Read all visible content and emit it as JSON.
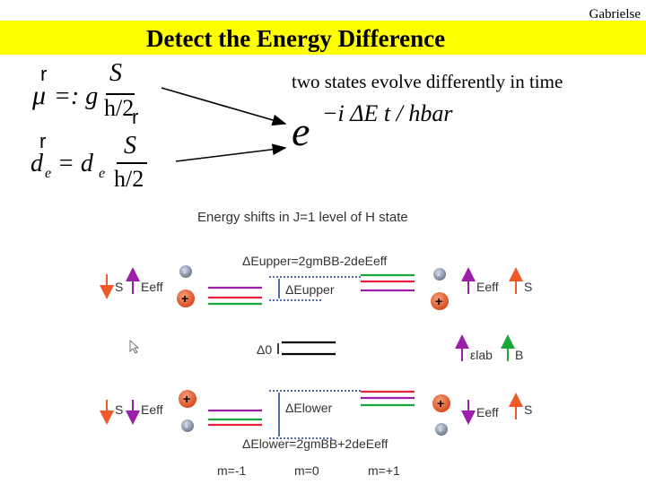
{
  "header": {
    "author": "Gabrielse",
    "title": "Detect the Energy Difference",
    "subtitle": "two states evolve differently in time"
  },
  "equations": {
    "mu_lhs": "μ",
    "mu_def": "=: g",
    "mu_num": "S",
    "mu_den": "h/2",
    "de_lhs": "d",
    "de_sub": "e",
    "de_eq": "= d",
    "de_num": "S",
    "de_den": "h/2",
    "phase_base": "e",
    "phase_exp": "−i ΔE t / hbar",
    "vector_mark": "r"
  },
  "diagram": {
    "heading": "Energy shifts in J=1 level of H state",
    "delta_upper_formula": "ΔEupper=2gmBB-2deEeff",
    "delta_upper": "ΔEupper",
    "delta0": "Δ0",
    "delta_lower": "ΔElower",
    "delta_lower_formula": "ΔElower=2gmBB+2deEeff",
    "s_label": "S",
    "eeff_label": "Eeff",
    "elab_label": "εlab",
    "b_label": "B",
    "m_minus": "m=-1",
    "m_zero": "m=0",
    "m_plus": "m=+1",
    "plus": "+",
    "minus": "-"
  },
  "colors": {
    "title_bar": "#ffff00",
    "purple": "#9b1fa8",
    "green": "#1aa83a",
    "red": "#e8213a",
    "orange": "#f05a28"
  }
}
